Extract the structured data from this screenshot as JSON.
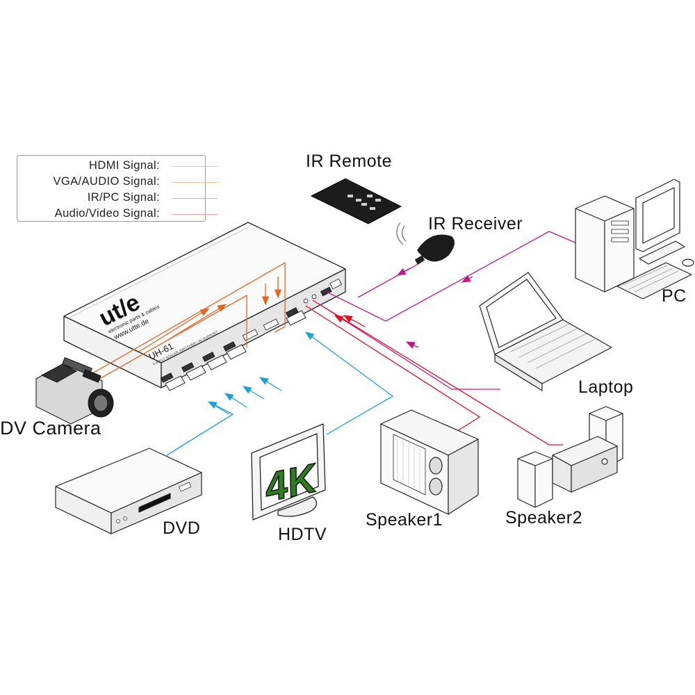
{
  "legend": {
    "items": [
      {
        "label": "HDMI Signal:",
        "color": "#1ea0dc"
      },
      {
        "label": "VGA/AUDIO Signal:",
        "color": "#e8641e"
      },
      {
        "label": "IR/PC Signal:",
        "color": "#c0188c"
      },
      {
        "label": "Audio/Video Signal:",
        "color": "#e0102a"
      }
    ]
  },
  "device": {
    "brand": "ut/e",
    "tagline": "electronic parts & cables",
    "website": "www.utte.de",
    "model": "UH-61",
    "model_subtitle": "6-INPUT SCALER SWITCHER / 4K SUPPORT"
  },
  "screen_text": "4K",
  "labels": {
    "ir_remote": "IR Remote",
    "ir_receiver": "IR Receiver",
    "pc": "PC",
    "laptop": "Laptop",
    "dv_camera": "DV Camera",
    "dvd": "DVD",
    "hdtv": "HDTV",
    "speaker1": "Speaker1",
    "speaker2": "Speaker2"
  },
  "colors": {
    "hdmi": "#1ea0dc",
    "vga_audio": "#e8641e",
    "ir_pc": "#c0188c",
    "audio_video": "#e0102a",
    "screen_text": "#2e7d1e"
  }
}
